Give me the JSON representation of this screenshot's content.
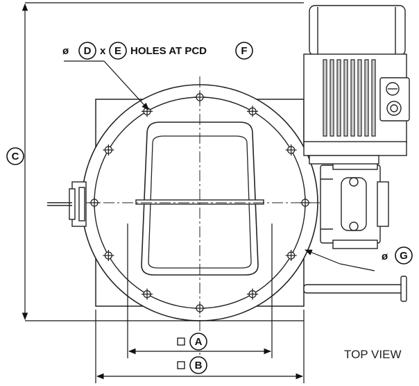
{
  "callouts": {
    "a": "A",
    "b": "B",
    "c": "C",
    "d": "D",
    "e": "E",
    "f": "F",
    "g": "G"
  },
  "text": {
    "dia_symbol": "ø",
    "times": "x",
    "holes_at_pcd": "HOLES AT PCD",
    "view_title": "TOP VIEW"
  }
}
